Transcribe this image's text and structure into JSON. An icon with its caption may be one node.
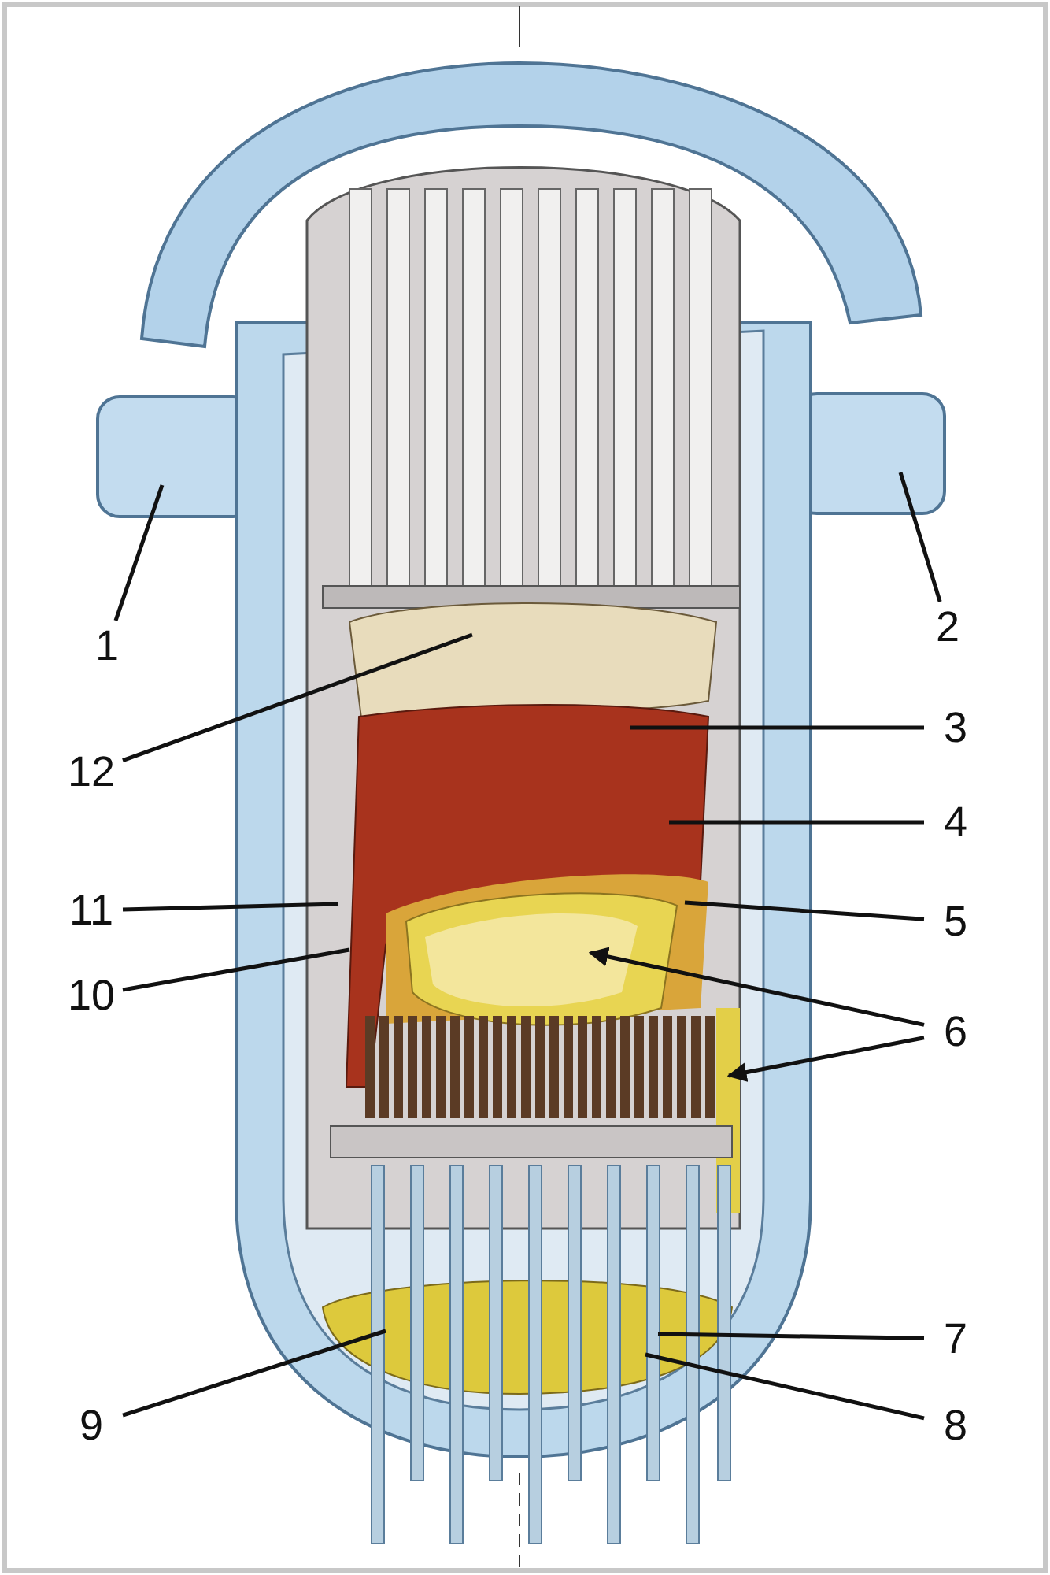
{
  "diagram": {
    "nodes": [
      {
        "text": [
          "1"
        ]
      },
      {
        "text": [
          "2"
        ]
      },
      {
        "text": [
          "3"
        ]
      },
      {
        "text": [
          "4"
        ]
      },
      {
        "text": [
          "5"
        ]
      },
      {
        "text": [
          "6"
        ]
      },
      {
        "text": [
          "7"
        ]
      },
      {
        "text": [
          "8"
        ]
      },
      {
        "text": [
          "9"
        ]
      },
      {
        "text": [
          "10"
        ]
      },
      {
        "text": [
          "11"
        ]
      },
      {
        "text": [
          "12"
        ]
      }
    ],
    "edges": [
      {
        "from": 0,
        "to": null,
        "arrow": "none"
      },
      {
        "from": 1,
        "to": null,
        "arrow": "none"
      },
      {
        "from": 2,
        "to": null,
        "arrow": "none"
      },
      {
        "from": 3,
        "to": null,
        "arrow": "none"
      },
      {
        "from": 4,
        "to": null,
        "arrow": "none"
      },
      {
        "from": 5,
        "to": null,
        "arrow": "to"
      },
      {
        "from": 5,
        "to": null,
        "arrow": "to"
      },
      {
        "from": 6,
        "to": null,
        "arrow": "none"
      },
      {
        "from": 7,
        "to": null,
        "arrow": "none"
      },
      {
        "from": 8,
        "to": null,
        "arrow": "none"
      },
      {
        "from": 9,
        "to": null,
        "arrow": "none"
      },
      {
        "from": 10,
        "to": null,
        "arrow": "none"
      },
      {
        "from": 11,
        "to": null,
        "arrow": "none"
      }
    ]
  }
}
